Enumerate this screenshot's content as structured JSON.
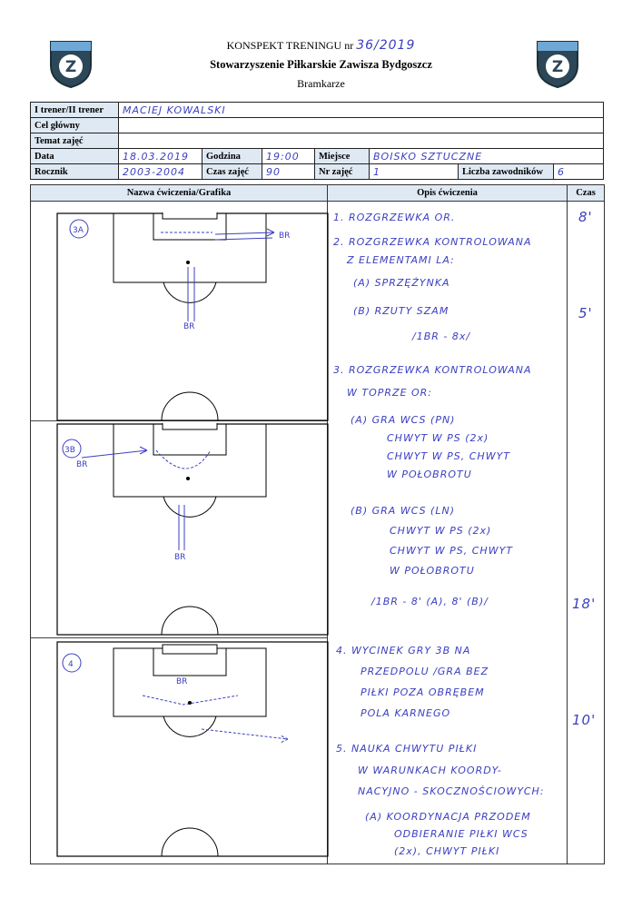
{
  "header": {
    "title_label": "KONSPEKT TRENINGU nr",
    "training_number": "36/2019",
    "club": "Stowarzyszenie Piłkarskie Zawisza Bydgoszcz",
    "group": "Bramkarze",
    "logo_letter": "Z"
  },
  "info": {
    "coach_label": "I trener/II trener",
    "coach_value": "MACIEJ KOWALSKI",
    "goal_label": "Cel główny",
    "goal_value": "",
    "topic_label": "Temat zajęć",
    "topic_value": "",
    "date_label": "Data",
    "date_value": "18.03.2019",
    "hour_label": "Godzina",
    "hour_value": "19:00",
    "place_label": "Miejsce",
    "place_value": "BOISKO SZTUCZNE",
    "year_label": "Rocznik",
    "year_value": "2003-2004",
    "duration_label": "Czas zajęć",
    "duration_value": "90",
    "session_no_label": "Nr zajęć",
    "session_no_value": "1",
    "players_label": "Liczba zawodników",
    "players_value": "6"
  },
  "columns": {
    "exercise": "Nazwa ćwiczenia/Grafika",
    "description": "Opis ćwiczenia",
    "time": "Czas"
  },
  "diagrams": [
    {
      "label": "3A",
      "player_label": "BR",
      "side_label": "BR"
    },
    {
      "label": "3B",
      "player_label": "BR",
      "side_label": "BR"
    },
    {
      "label": "4",
      "player_label": "BR",
      "side_label": ""
    }
  ],
  "description_lines": [
    "1. ROZGRZEWKA OR.",
    "2. ROZGRZEWKA KONTROLOWANA",
    "Z ELEMENTAMI LA:",
    "(A) SPRZĘŻYNKA",
    "(B) RZUTY SZAM",
    "/1BR - 8x/",
    "3. ROZGRZEWKA KONTROLOWANA",
    "W TOPRZE OR:",
    "(A) GRA WCS (PN)",
    "CHWYT W PS (2x)",
    "CHWYT W PS, CHWYT",
    "W POŁOBROTU",
    "(B) GRA WCS (LN)",
    "CHWYT W PS (2x)",
    "CHWYT W PS, CHWYT",
    "W POŁOBROTU",
    "/1BR - 8' (A), 8' (B)/",
    "4. WYCINEK GRY 3B NA",
    "PRZEDPOLU /GRA BEZ",
    "PIŁKI POZA OBRĘBEM",
    "POLA KARNEGO",
    "5. NAUKA CHWYTU PIŁKI",
    "W WARUNKACH KOORDY-",
    "NACYJNO - SKOCZNOŚCIOWYCH:",
    "(A) KOORDYNACJA PRZODEM",
    "ODBIERANIE PIŁKI WCS",
    "(2x), CHWYT PIŁKI"
  ],
  "times": [
    "8'",
    "5'",
    "18'",
    "10'"
  ]
}
